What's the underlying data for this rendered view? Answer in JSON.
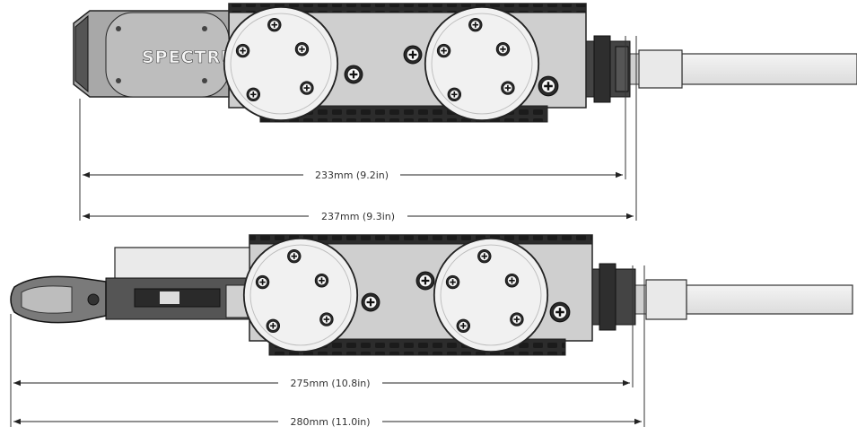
{
  "top_view": {
    "logo_text": "SPECTRU",
    "dimensions": [
      {
        "label": "233mm (9.2in)"
      },
      {
        "label": "237mm (9.3in)"
      }
    ]
  },
  "bottom_view": {
    "dimensions": [
      {
        "label": "275mm (10.8in)"
      },
      {
        "label": "280mm (11.0in)"
      }
    ]
  }
}
